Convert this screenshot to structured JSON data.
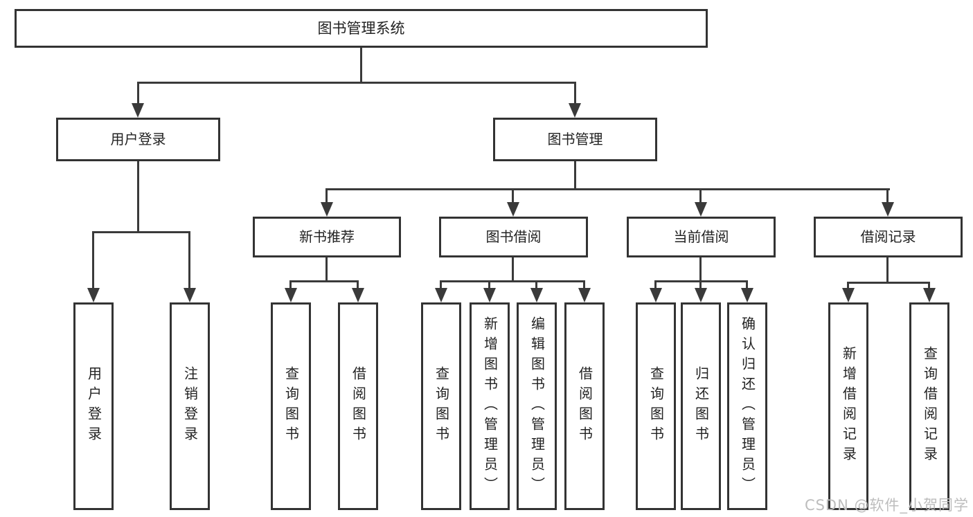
{
  "colors": {
    "line": "#3a3a3a",
    "border": "#333333",
    "text": "#222222",
    "background": "#ffffff",
    "watermark": "#bdbdbd"
  },
  "diagram": {
    "type": "hierarchy-tree",
    "root_label": "图书管理系统",
    "branches": [
      {
        "label": "用户登录",
        "children": [
          "用户登录",
          "注销登录"
        ]
      },
      {
        "label": "图书管理",
        "sections": [
          {
            "label": "新书推荐",
            "children": [
              "查询图书",
              "借阅图书"
            ]
          },
          {
            "label": "图书借阅",
            "children": [
              "查询图书",
              "新增图书（管理员）",
              "编辑图书（管理员）",
              "借阅图书"
            ]
          },
          {
            "label": "当前借阅",
            "children": [
              "查询图书",
              "归还图书",
              "确认归还（管理员）"
            ]
          },
          {
            "label": "借阅记录",
            "children": [
              "新增借阅记录",
              "查询借阅记录"
            ]
          }
        ]
      }
    ]
  },
  "watermark": {
    "text": "CSDN @软件_小贺同学"
  }
}
